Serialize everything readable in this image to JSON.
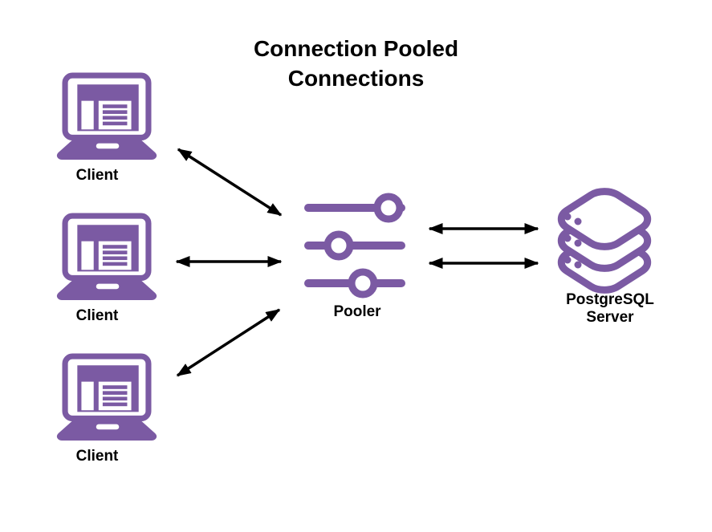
{
  "title": {
    "line1": "Connection Pooled",
    "line2": "Connections"
  },
  "nodes": {
    "clients": [
      {
        "id": "client-1",
        "label": "Client"
      },
      {
        "id": "client-2",
        "label": "Client"
      },
      {
        "id": "client-3",
        "label": "Client"
      }
    ],
    "pooler": {
      "id": "pooler",
      "label": "Pooler"
    },
    "server": {
      "id": "postgresql-server",
      "label_line1": "PostgreSQL",
      "label_line2": "Server"
    }
  },
  "edges": [
    {
      "from": "client-1",
      "to": "pooler",
      "bidirectional": true
    },
    {
      "from": "client-2",
      "to": "pooler",
      "bidirectional": true
    },
    {
      "from": "client-3",
      "to": "pooler",
      "bidirectional": true
    },
    {
      "from": "pooler",
      "to": "postgresql-server",
      "bidirectional": true
    },
    {
      "from": "pooler",
      "to": "postgresql-server",
      "bidirectional": true
    }
  ],
  "icons": {
    "client": "laptop-icon",
    "pooler": "sliders-icon",
    "server": "server-stack-icon"
  },
  "colors": {
    "icon_purple": "#7B5AA3",
    "arrow_black": "#000000",
    "text_black": "#000000",
    "background": "#FFFFFF"
  }
}
